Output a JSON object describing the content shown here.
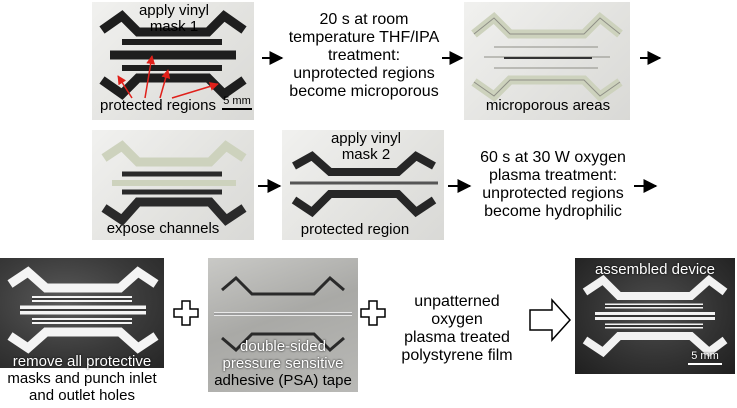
{
  "row1": {
    "mask1_label_line1": "apply vinyl",
    "mask1_label_line2": "mask 1",
    "protected_label": "protected regions",
    "scale": "5 mm",
    "step1_lines": [
      "20 s at room",
      "temperature THF/IPA",
      "treatment:",
      "unprotected regions",
      "become microporous"
    ],
    "microporous_label": "microporous areas"
  },
  "row2": {
    "expose_label": "expose channels",
    "mask2_label_line1": "apply vinyl",
    "mask2_label_line2": "mask 2",
    "protected_label": "protected region",
    "step2_lines": [
      "60 s at 30 W oxygen",
      "plasma treatment:",
      "unprotected regions",
      "become hydrophilic"
    ]
  },
  "row3": {
    "remove_lines": [
      "remove all protective",
      "masks and punch inlet",
      "and outlet holes"
    ],
    "psa_lines": [
      "double-sided",
      "pressure sensitive",
      "adhesive (PSA) tape"
    ],
    "film_lines": [
      "unpatterned oxygen",
      "plasma treated",
      "polystyrene film"
    ],
    "assembled_label": "assembled device",
    "scale": "5 mm",
    "plus_symbol": "+"
  },
  "colors": {
    "mask": "#1e1e1e",
    "arrow_red": "#e0201a",
    "porous": "#d8dcc8"
  }
}
